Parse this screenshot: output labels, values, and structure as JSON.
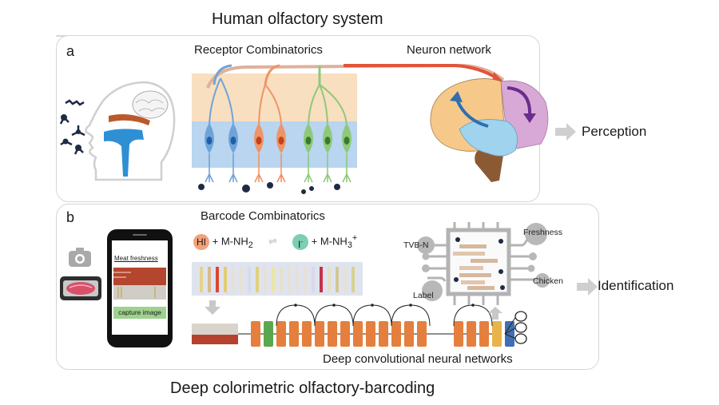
{
  "figure": {
    "top_title": "Human olfactory system",
    "bottom_title": "Deep colorimetric olfactory-barcoding"
  },
  "panel_a": {
    "letter": "a",
    "receptor_label": "Receptor Combinatorics",
    "network_label": "Neuron network",
    "output_label": "Perception",
    "colors": {
      "blue": "#6fa3d8",
      "orange": "#ef9466",
      "green": "#8ec97a",
      "top_band": "#f8dfc0",
      "cell_band": "#b9d5ef"
    }
  },
  "panel_b": {
    "letter": "b",
    "barcode_label": "Barcode Combinatorics",
    "equation": {
      "left_badge": "HI",
      "left_term": "+ M-NH",
      "left_sub": "2",
      "right_badge": "I",
      "right_badge_sup": "-",
      "right_term": "+ M-NH",
      "right_sub": "3",
      "right_sup": "+"
    },
    "phone": {
      "title": "Meat freshness",
      "button": "capture image"
    },
    "cnn_label": "Deep convolutional neural networks",
    "chip_labels": {
      "tvbn": "TVB-N",
      "label": "Label",
      "freshness": "Freshness",
      "chicken": "Chicken"
    },
    "output_label": "Identification",
    "colors": {
      "conv": "#e47f3e",
      "pool": "#5aa84e",
      "fc": "#e8b34a",
      "softmax": "#3f6fb5"
    }
  }
}
